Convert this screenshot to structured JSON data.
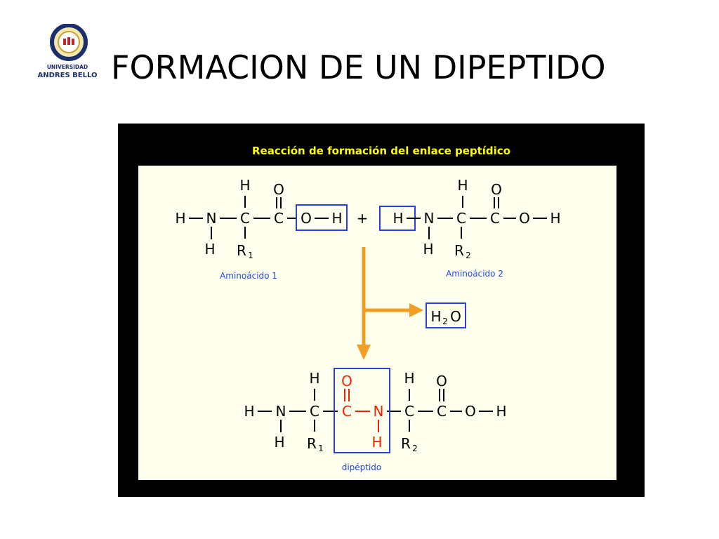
{
  "slide": {
    "title": "FORMACION DE UN DIPEPTIDO",
    "logo": {
      "text_line1": "UNIVERSIDAD",
      "text_line2": "ANDRES BELLO"
    }
  },
  "figure": {
    "title": "Reacción de formación del enlace peptídico",
    "reactant1": {
      "caption": "Aminoácido 1",
      "atoms": [
        "H",
        "N",
        "C",
        "C",
        "O",
        "H",
        "H",
        "H",
        "O",
        "R",
        "1"
      ]
    },
    "plus_sign": "+",
    "reactant2": {
      "caption": "Aminoácido 2",
      "atoms": [
        "H",
        "N",
        "C",
        "C",
        "O",
        "H",
        "H",
        "H",
        "O",
        "R",
        "2"
      ]
    },
    "byproduct": {
      "main": "H",
      "sub": "2",
      "tail": "O"
    },
    "product": {
      "caption": "dipéptido",
      "atoms": [
        "H",
        "N",
        "C",
        "C",
        "N",
        "C",
        "C",
        "O",
        "H",
        "H",
        "H",
        "O",
        "R",
        "1",
        "H",
        "O",
        "R",
        "2",
        "H"
      ]
    },
    "colors": {
      "frame": "#000000",
      "panel": "#ffffee",
      "title": "#ffff00",
      "box": "#2b3fe0",
      "arrow": "#f19e26",
      "peptide_bond": "#ee2200",
      "caption": "#1e46e0"
    }
  }
}
